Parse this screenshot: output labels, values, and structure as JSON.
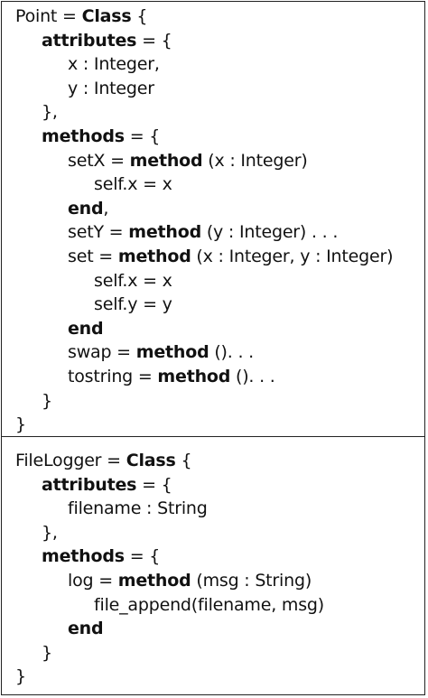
{
  "listing": {
    "point": [
      {
        "indent": 0,
        "parts": [
          {
            "t": "Point = "
          },
          {
            "t": "Class",
            "b": true
          },
          {
            "t": " {"
          }
        ]
      },
      {
        "indent": 1,
        "parts": [
          {
            "t": "attributes",
            "b": true
          },
          {
            "t": " = {"
          }
        ]
      },
      {
        "indent": 2,
        "parts": [
          {
            "t": "x : Integer,"
          }
        ]
      },
      {
        "indent": 2,
        "parts": [
          {
            "t": "y : Integer"
          }
        ]
      },
      {
        "indent": 1,
        "parts": [
          {
            "t": "},"
          }
        ]
      },
      {
        "indent": 1,
        "parts": [
          {
            "t": "methods",
            "b": true
          },
          {
            "t": " = {"
          }
        ]
      },
      {
        "indent": 2,
        "parts": [
          {
            "t": "setX = "
          },
          {
            "t": "method",
            "b": true
          },
          {
            "t": " (x : Integer)"
          }
        ]
      },
      {
        "indent": 3,
        "parts": [
          {
            "t": "self.x = x"
          }
        ]
      },
      {
        "indent": 2,
        "parts": [
          {
            "t": "end",
            "b": true
          },
          {
            "t": ","
          }
        ]
      },
      {
        "indent": 2,
        "parts": [
          {
            "t": "setY = "
          },
          {
            "t": "method",
            "b": true
          },
          {
            "t": " (y : Integer) . . ."
          }
        ]
      },
      {
        "indent": 2,
        "parts": [
          {
            "t": "set = "
          },
          {
            "t": "method",
            "b": true
          },
          {
            "t": " (x : Integer, y : Integer)"
          }
        ]
      },
      {
        "indent": 3,
        "parts": [
          {
            "t": "self.x = x"
          }
        ]
      },
      {
        "indent": 3,
        "parts": [
          {
            "t": "self.y = y"
          }
        ]
      },
      {
        "indent": 2,
        "parts": [
          {
            "t": "end",
            "b": true
          }
        ]
      },
      {
        "indent": 2,
        "parts": [
          {
            "t": "swap = "
          },
          {
            "t": "method",
            "b": true
          },
          {
            "t": " (). . ."
          }
        ]
      },
      {
        "indent": 2,
        "parts": [
          {
            "t": "tostring = "
          },
          {
            "t": "method",
            "b": true
          },
          {
            "t": " (). . ."
          }
        ]
      },
      {
        "indent": 1,
        "parts": [
          {
            "t": "}"
          }
        ]
      },
      {
        "indent": 0,
        "parts": [
          {
            "t": "}"
          }
        ]
      }
    ],
    "filelogger": [
      {
        "indent": 0,
        "parts": [
          {
            "t": "FileLogger = "
          },
          {
            "t": "Class",
            "b": true
          },
          {
            "t": " {"
          }
        ]
      },
      {
        "indent": 1,
        "parts": [
          {
            "t": "attributes",
            "b": true
          },
          {
            "t": " = {"
          }
        ]
      },
      {
        "indent": 2,
        "parts": [
          {
            "t": "filename : String"
          }
        ]
      },
      {
        "indent": 1,
        "parts": [
          {
            "t": "},"
          }
        ]
      },
      {
        "indent": 1,
        "parts": [
          {
            "t": "methods",
            "b": true
          },
          {
            "t": " = {"
          }
        ]
      },
      {
        "indent": 2,
        "parts": [
          {
            "t": "log = "
          },
          {
            "t": "method",
            "b": true
          },
          {
            "t": " (msg : String)"
          }
        ]
      },
      {
        "indent": 3,
        "parts": [
          {
            "t": "file_append(filename, msg)"
          }
        ]
      },
      {
        "indent": 2,
        "parts": [
          {
            "t": "end",
            "b": true
          }
        ]
      },
      {
        "indent": 1,
        "parts": [
          {
            "t": "}"
          }
        ]
      },
      {
        "indent": 0,
        "parts": [
          {
            "t": "}"
          }
        ]
      }
    ]
  }
}
